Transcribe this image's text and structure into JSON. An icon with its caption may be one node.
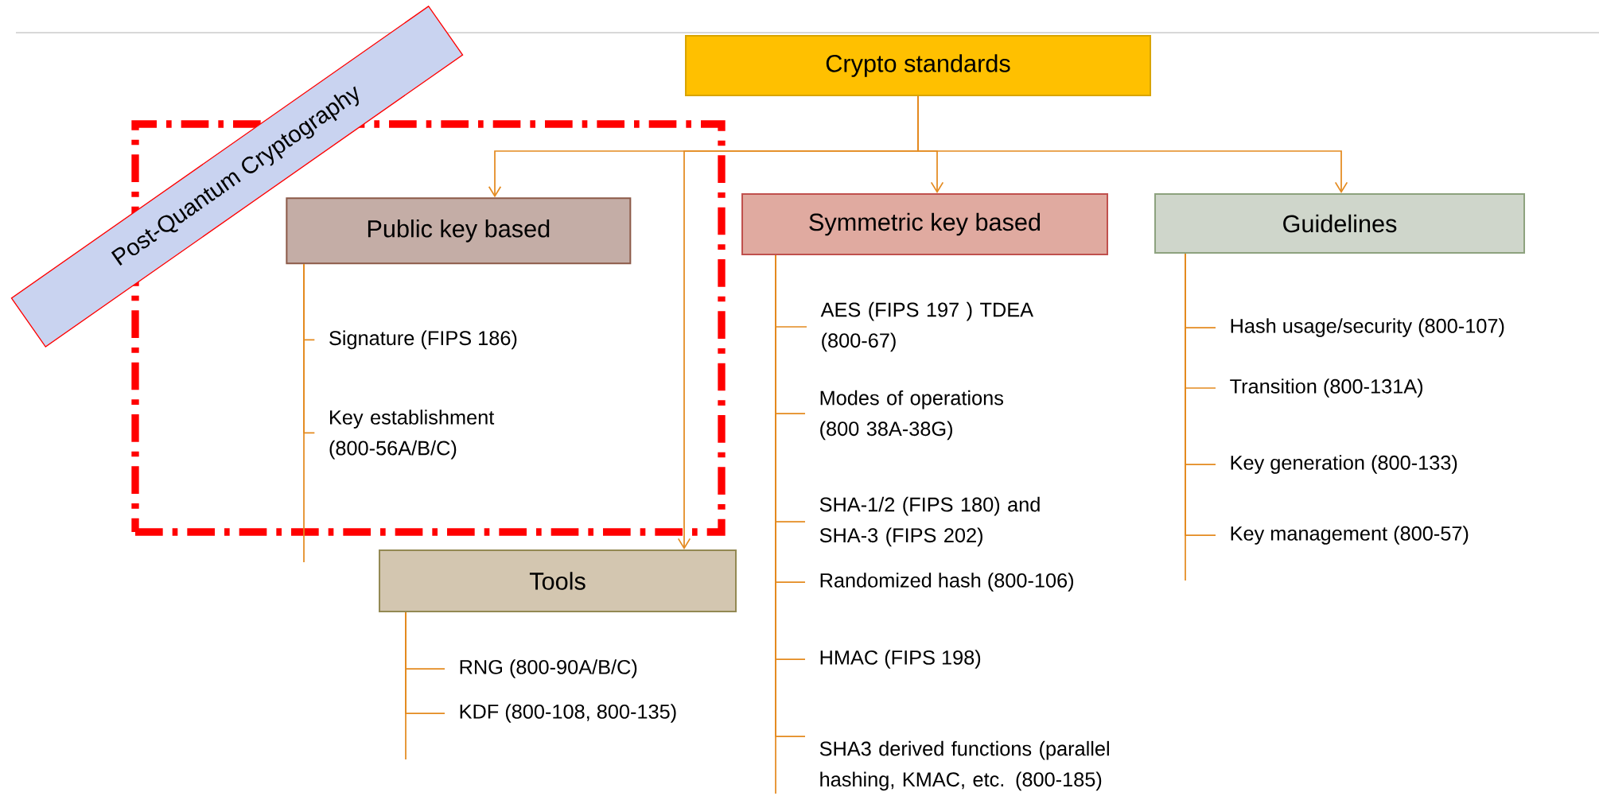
{
  "diagram": {
    "nodes": [
      {
        "text": [
          "Crypto standards"
        ]
      },
      {
        "text": [
          "Post-Quantum Cryptography"
        ]
      },
      {
        "text": [
          "Public key based"
        ],
        "in": 1
      },
      {
        "text": [
          "Symmetric key based"
        ]
      },
      {
        "text": [
          "Guidelines"
        ]
      },
      {
        "text": [
          "Signature (FIPS 186)"
        ],
        "in": 1
      },
      {
        "text": [
          "Key establishment (800-56A/B/C)"
        ],
        "in": 1
      },
      {
        "text": [
          "Tools"
        ]
      },
      {
        "text": [
          "AES  (FIPS 197 ) TDEA (800-67)"
        ]
      },
      {
        "text": [
          "Modes  of operations (800 38A-38G)"
        ]
      },
      {
        "text": [
          "SHA-1/2 (FIPS 180) and SHA-3 (FIPS 202)"
        ]
      },
      {
        "text": [
          "Randomized hash (800-106)"
        ]
      },
      {
        "text": [
          "HMAC (FIPS 198)"
        ]
      },
      {
        "text": [
          "SHA3 derived functions (parallel hashing, KMAC, etc. (800-185)"
        ]
      },
      {
        "text": [
          "Hash usage/security (800-107)"
        ]
      },
      {
        "text": [
          "Transition  (800-131A)"
        ]
      },
      {
        "text": [
          "Key generation (800-133)"
        ]
      },
      {
        "text": [
          "Key management (800-57)"
        ]
      },
      {
        "text": [
          "RNG (800-90A/B/C)"
        ]
      },
      {
        "text": [
          "KDF (800-108, 800-135)"
        ]
      }
    ],
    "edges": [
      {
        "from": 0,
        "to": 2,
        "arrow": "to"
      },
      {
        "from": 0,
        "to": 3,
        "arrow": "to"
      },
      {
        "from": 0,
        "to": 4,
        "arrow": "to"
      },
      {
        "from": 0,
        "to": 7,
        "arrow": "to"
      },
      {
        "from": 2,
        "to": 5,
        "arrow": "none"
      },
      {
        "from": 2,
        "to": 6,
        "arrow": "none"
      },
      {
        "from": 3,
        "to": 8,
        "arrow": "none"
      },
      {
        "from": 3,
        "to": 9,
        "arrow": "none"
      },
      {
        "from": 3,
        "to": 10,
        "arrow": "none"
      },
      {
        "from": 3,
        "to": 11,
        "arrow": "none"
      },
      {
        "from": 3,
        "to": 12,
        "arrow": "none"
      },
      {
        "from": 3,
        "to": 13,
        "arrow": "none"
      },
      {
        "from": 4,
        "to": 14,
        "arrow": "none"
      },
      {
        "from": 4,
        "to": 15,
        "arrow": "none"
      },
      {
        "from": 4,
        "to": 16,
        "arrow": "none"
      },
      {
        "from": 4,
        "to": 17,
        "arrow": "none"
      },
      {
        "from": 7,
        "to": 18,
        "arrow": "none"
      },
      {
        "from": 7,
        "to": 19,
        "arrow": "none"
      }
    ]
  }
}
